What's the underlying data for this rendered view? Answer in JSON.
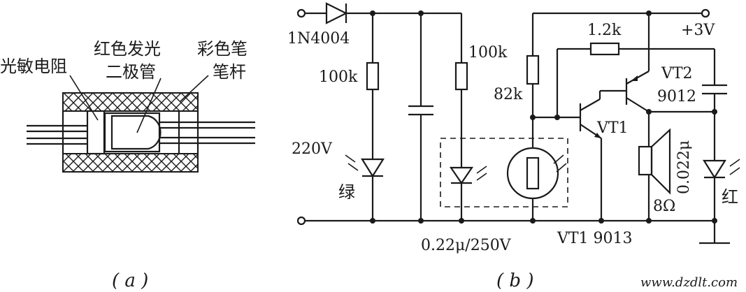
{
  "part_a": {
    "labels": {
      "photoresistor": "光敏电阻",
      "red_led_line1": "红色发光",
      "red_led_line2": "二极管",
      "pen_line1": "彩色笔",
      "pen_line2": "笔杆"
    },
    "caption": "( a )"
  },
  "part_b": {
    "labels": {
      "diode": "1N4004",
      "r_left": "100k",
      "r_right": "100k",
      "cap_main": "0.22μ/250V",
      "v220": "220V",
      "green": "绿",
      "r_82k": "82k",
      "r_1k2": "1.2k",
      "supply": "+3V",
      "vt2": "VT2",
      "vt2_type": "9012",
      "vt1": "VT1",
      "vt1_note": "VT1  9013",
      "cap_small": "0.022μ",
      "speaker": "8Ω",
      "red": "红"
    },
    "caption": "( b )"
  },
  "watermark": "www.dzdlt.com"
}
